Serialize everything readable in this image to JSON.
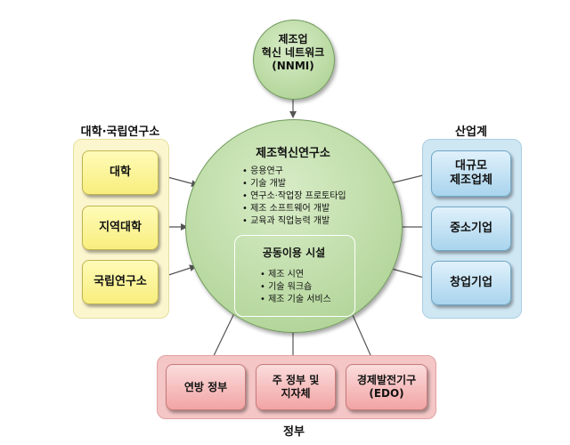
{
  "top_node": {
    "lines": [
      "제조업",
      "혁신 네트워크",
      "(NNMI)"
    ]
  },
  "center": {
    "title": "제조혁신연구소",
    "items": [
      "응용연구",
      "기술 개발",
      "연구소·작업장 프로토타입",
      "제조 소프트웨어 개발",
      "교육과 직업능력 개발"
    ],
    "shared_facility": {
      "title": "공동이용 시설",
      "items": [
        "제조 시연",
        "기술 워크숍",
        "제조 기술 서비스"
      ]
    }
  },
  "left_group": {
    "title": "대학·국립연구소",
    "items": [
      "대학",
      "지역대학",
      "국립연구소"
    ]
  },
  "right_group": {
    "title": "산업계",
    "items": [
      [
        "대규모",
        "제조업체"
      ],
      [
        "중소기업"
      ],
      [
        "창업기업"
      ]
    ]
  },
  "bottom_group": {
    "title": "정부",
    "items": [
      [
        "연방 정부"
      ],
      [
        "주 정부 및",
        "지자체"
      ],
      [
        "경제발전기구",
        "(EDO)"
      ]
    ]
  },
  "colors": {
    "circle_fill": "#b9da9f",
    "yellow": "#f8ee7e",
    "blue": "#a9d4ed",
    "pink": "#f2a4a4"
  }
}
